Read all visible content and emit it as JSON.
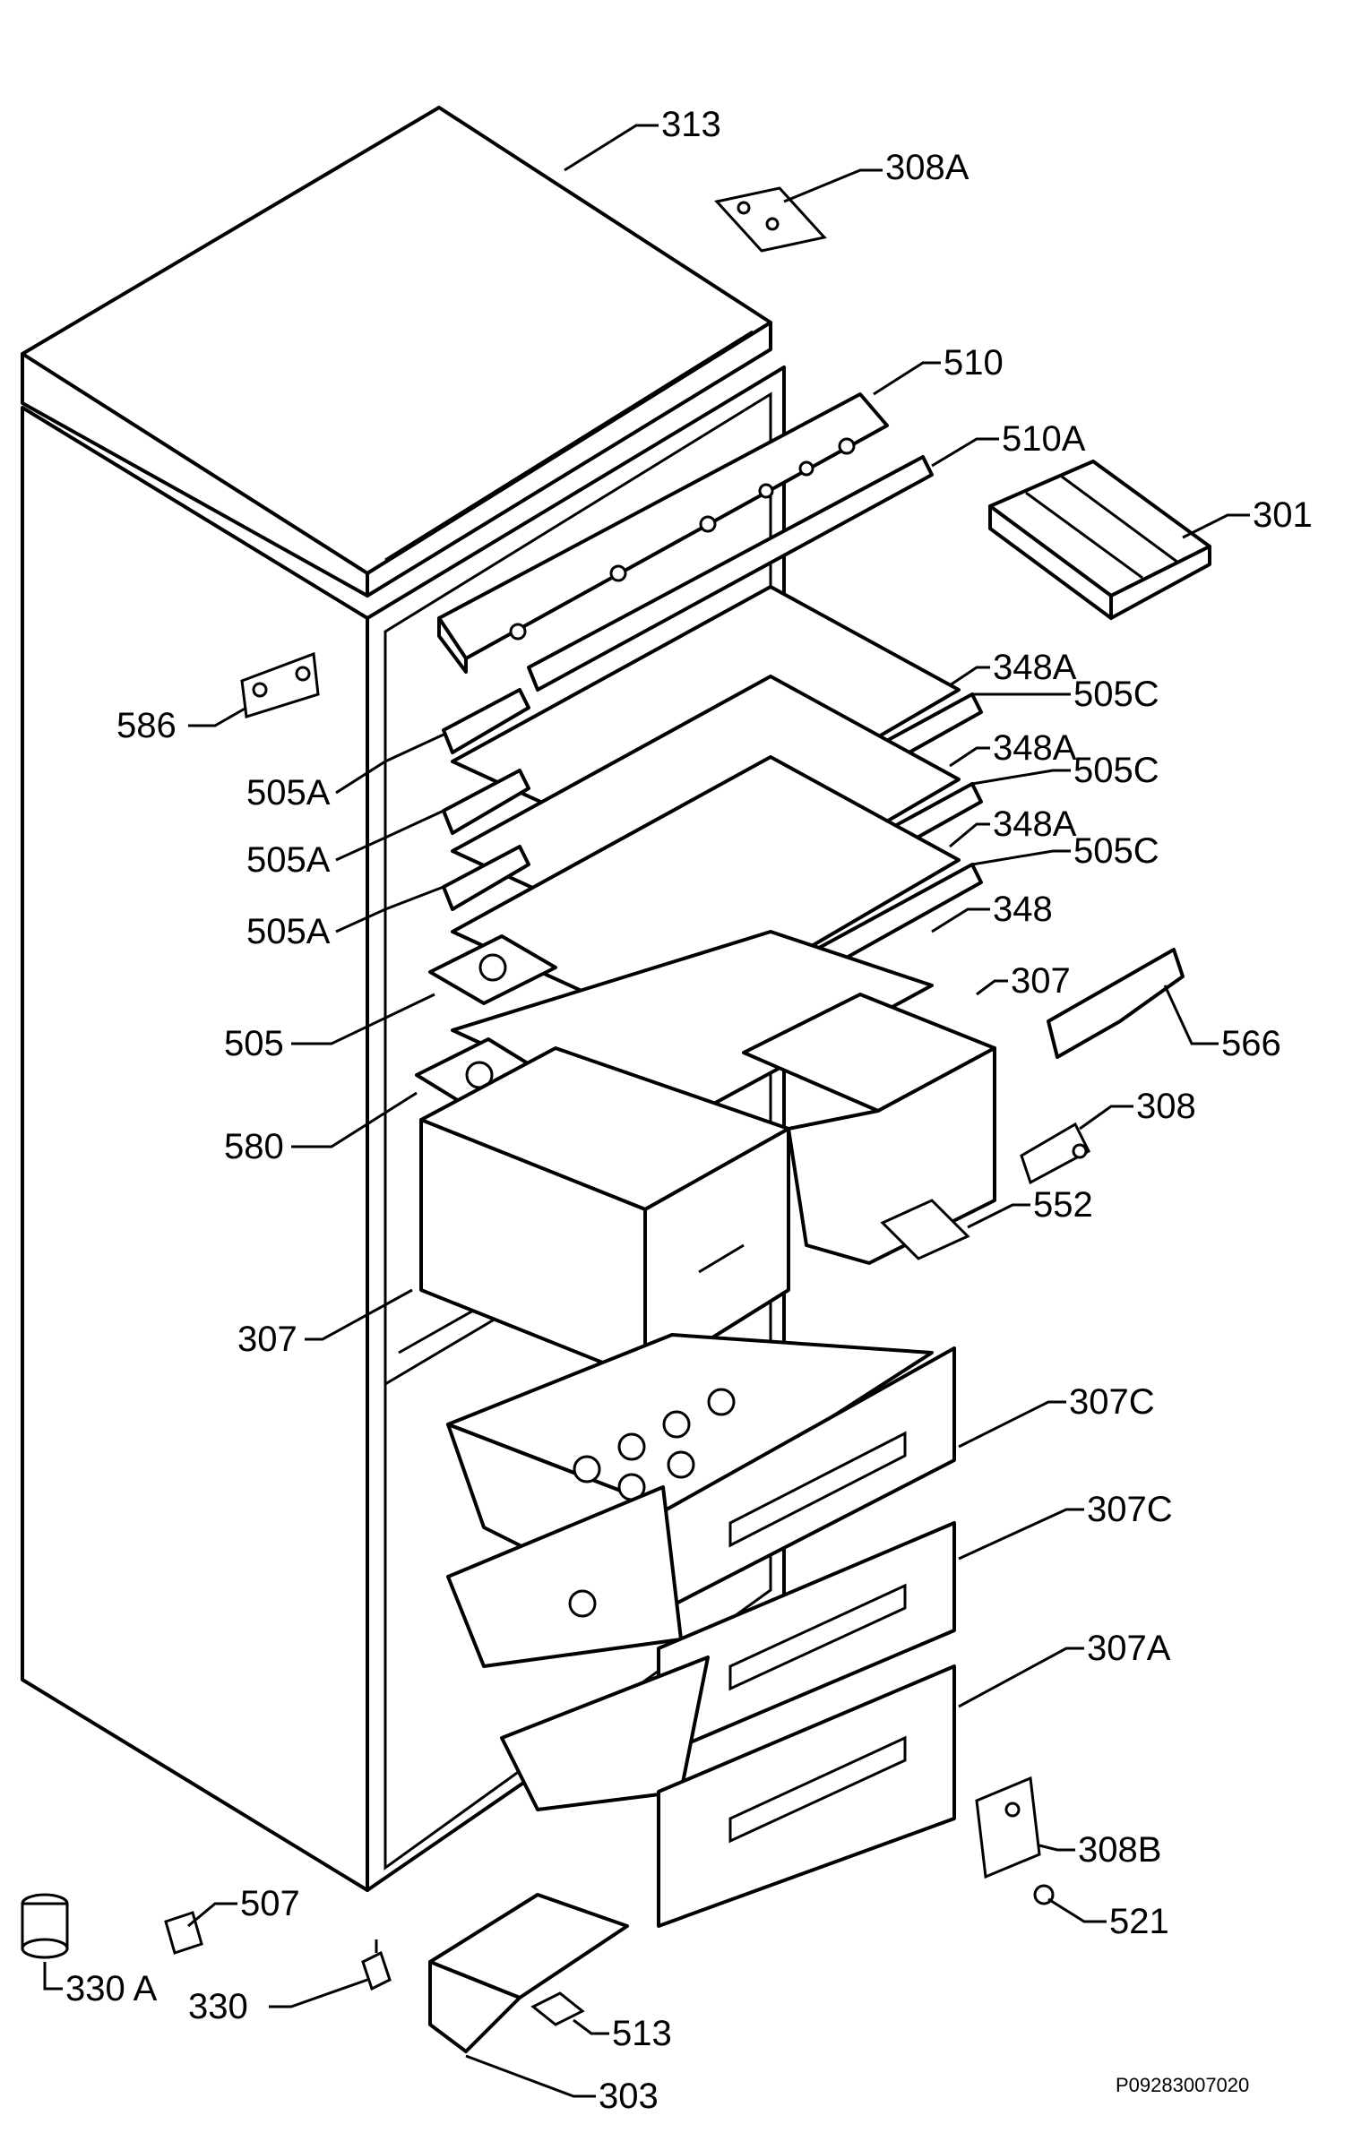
{
  "labels": {
    "l313": "313",
    "l308a": "308A",
    "l510": "510",
    "l510a": "510A",
    "l301": "301",
    "l586": "586",
    "l348a_1": "348A",
    "l505c_1": "505C",
    "l348a_2": "348A",
    "l505c_2": "505C",
    "l348a_3": "348A",
    "l505c_3": "505C",
    "l348": "348",
    "l505a_1": "505A",
    "l505a_2": "505A",
    "l505a_3": "505A",
    "l307_top": "307",
    "l566": "566",
    "l505": "505",
    "l308": "308",
    "l580": "580",
    "l552": "552",
    "l307_left": "307",
    "l307c_1": "307C",
    "l307c_2": "307C",
    "l307a": "307A",
    "l308b": "308B",
    "l521": "521",
    "l507": "507",
    "l330a": "330 A",
    "l330": "330",
    "l513": "513",
    "l303": "303"
  },
  "drawing_code": "P09283007020"
}
